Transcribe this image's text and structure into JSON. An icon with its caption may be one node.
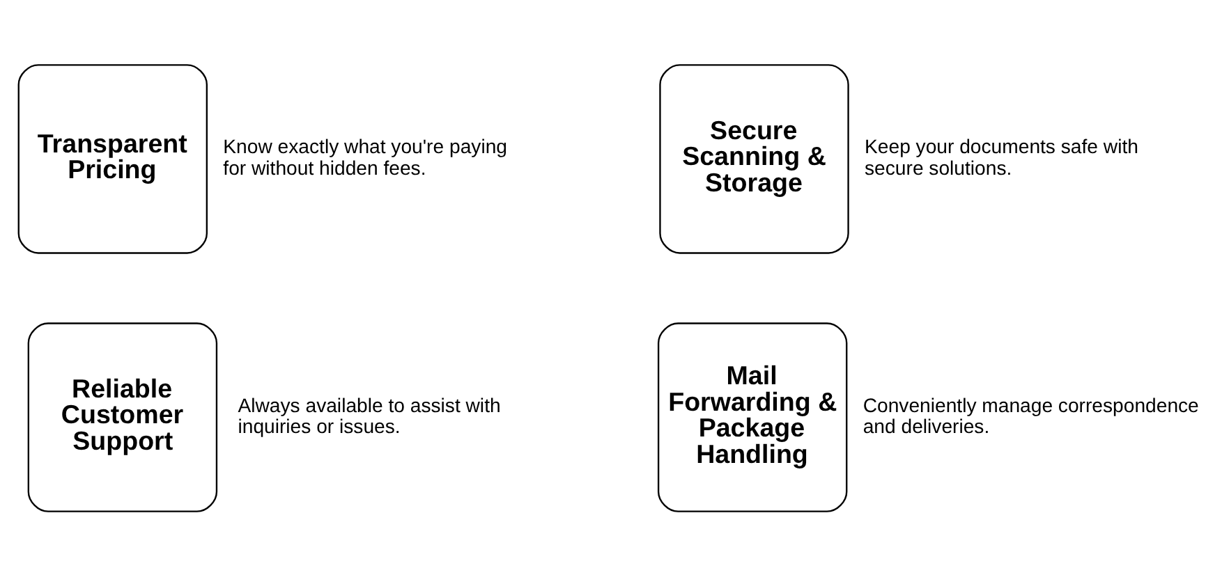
{
  "diagram": {
    "nodes": [
      {
        "text": [
          "Transparent Pricing"
        ],
        "beside": [
          "Know exactly what you're paying for without hidden fees."
        ]
      },
      {
        "text": [
          "Secure Scanning & Storage"
        ],
        "beside": [
          "Keep your documents safe with secure solutions."
        ]
      },
      {
        "text": [
          "Reliable Customer Support"
        ],
        "beside": [
          "Always available to assist with inquiries or issues."
        ]
      },
      {
        "text": [
          "Mail Forwarding & Package Handling"
        ],
        "beside": [
          "Conveniently manage correspondence and deliveries."
        ]
      }
    ],
    "edges": []
  }
}
